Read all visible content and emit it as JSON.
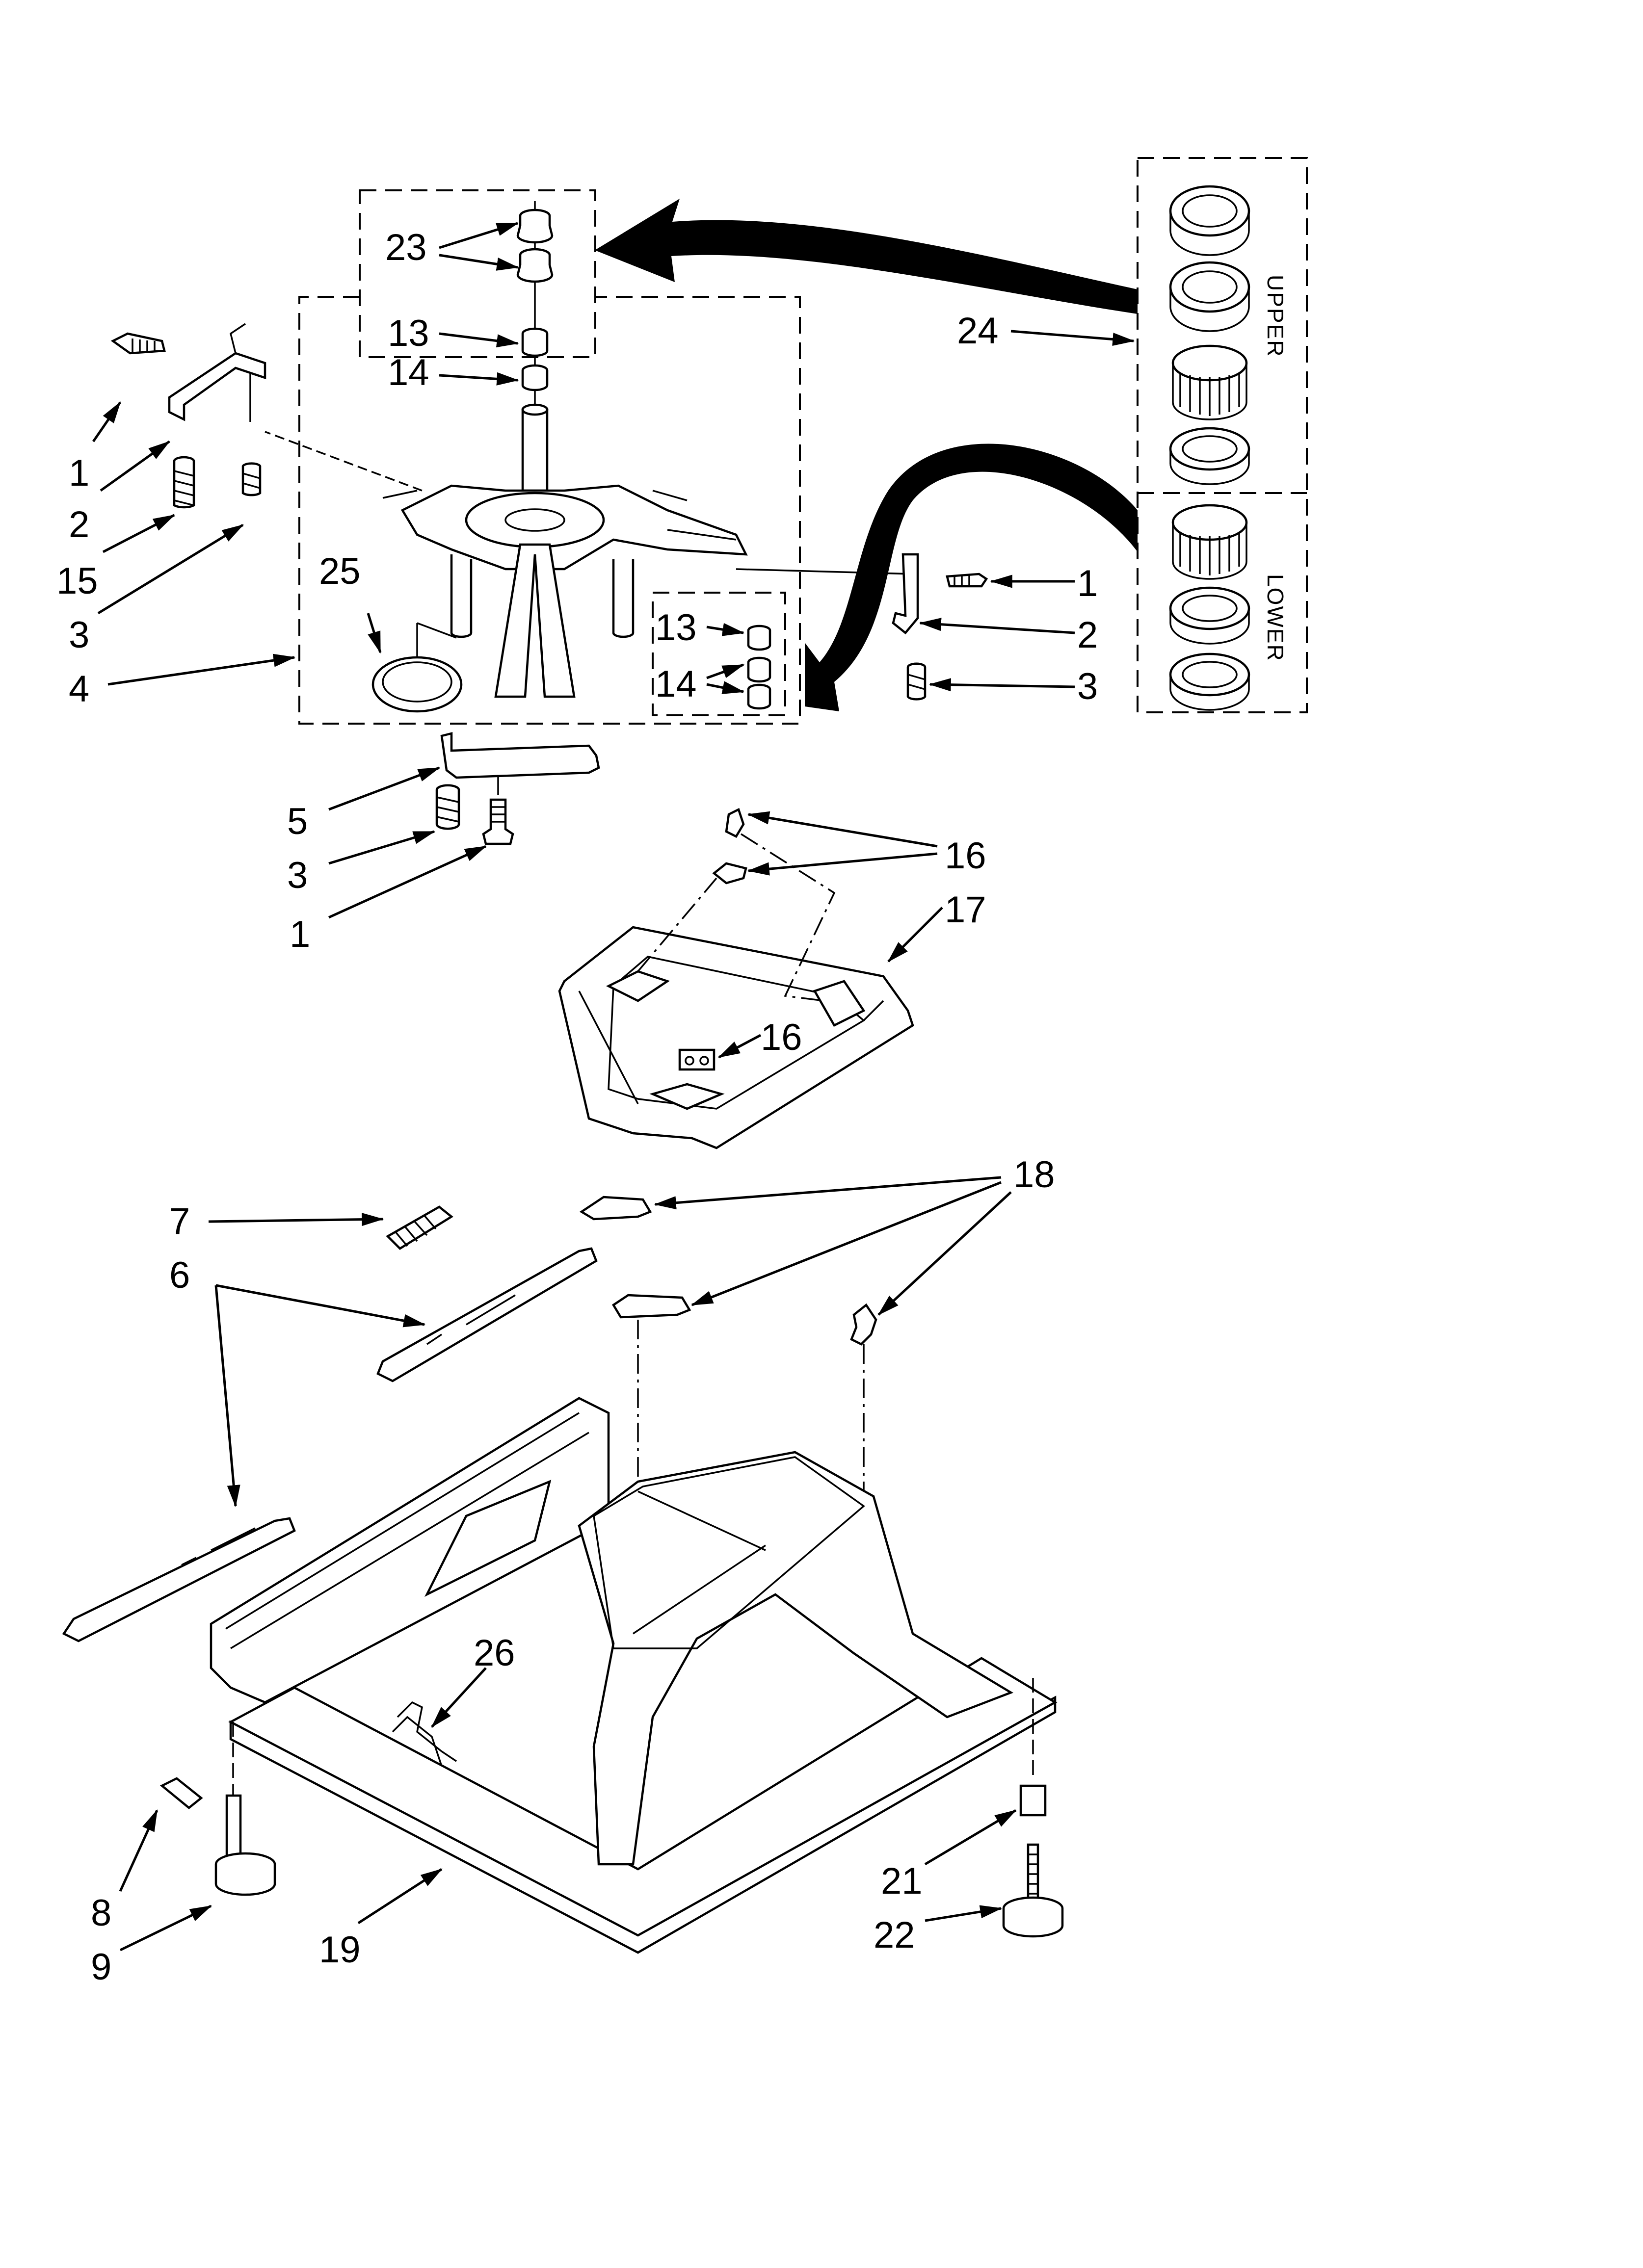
{
  "callouts": {
    "c23": "23",
    "c13a": "13",
    "c14a": "14",
    "c24": "24",
    "c1a": "1",
    "c2a": "2",
    "c15": "15",
    "c3a": "3",
    "c25": "25",
    "c4": "4",
    "c13b": "13",
    "c14b": "14",
    "c1b": "1",
    "c2b": "2",
    "c3b": "3",
    "c5": "5",
    "c3c": "3",
    "c1c": "1",
    "c16a": "16",
    "c17": "17",
    "c16b": "16",
    "c18": "18",
    "c7": "7",
    "c6": "6",
    "c26": "26",
    "c8": "8",
    "c9": "9",
    "c19": "19",
    "c21": "21",
    "c22": "22"
  },
  "kit_labels": {
    "upper": "UPPER",
    "lower": "LOWER"
  },
  "icons": [
    "bolt-icon",
    "bracket-icon",
    "spring-icon",
    "bearing-icon",
    "seal-ring-icon",
    "gear-bushing-icon",
    "leveling-foot-icon"
  ]
}
